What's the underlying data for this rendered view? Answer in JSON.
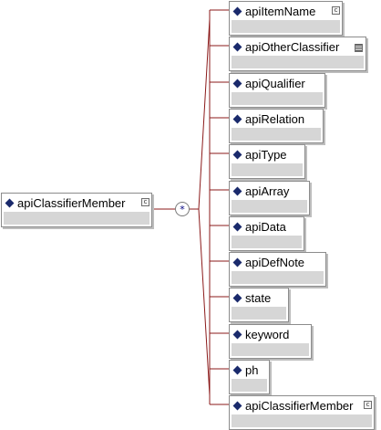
{
  "root": {
    "name": "apiClassifierMember"
  },
  "compositor": {
    "symbol": "*"
  },
  "children": [
    {
      "name": "apiItemName",
      "marker": "tag"
    },
    {
      "name": "apiOtherClassifier",
      "marker": "list"
    },
    {
      "name": "apiQualifier",
      "marker": "none"
    },
    {
      "name": "apiRelation",
      "marker": "none"
    },
    {
      "name": "apiType",
      "marker": "none"
    },
    {
      "name": "apiArray",
      "marker": "none"
    },
    {
      "name": "apiData",
      "marker": "none"
    },
    {
      "name": "apiDefNote",
      "marker": "none"
    },
    {
      "name": "state",
      "marker": "none"
    },
    {
      "name": "keyword",
      "marker": "none"
    },
    {
      "name": "ph",
      "marker": "none"
    },
    {
      "name": "apiClassifierMember",
      "marker": "tag"
    }
  ],
  "colors": {
    "connector": "#8b1a1a",
    "diamond": "#1a2a6c",
    "body": "#d6d6d6"
  }
}
